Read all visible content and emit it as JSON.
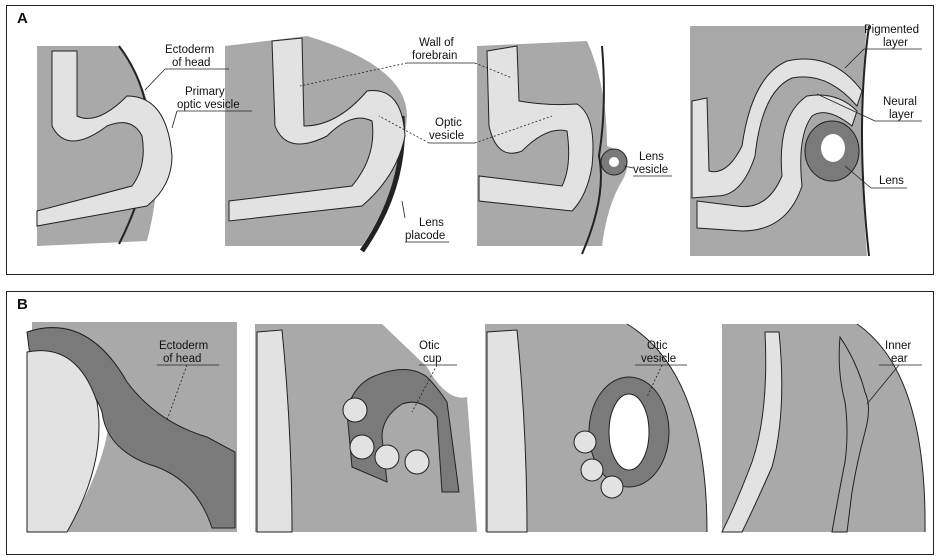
{
  "panels": {
    "a": {
      "letter": "A",
      "labels": {
        "ectoderm_line1": "Ectoderm",
        "ectoderm_line2": "of head",
        "primary_line1": "Primary",
        "primary_line2": "optic vesicle",
        "wall_line1": "Wall of",
        "wall_line2": "forebrain",
        "optic_line1": "Optic",
        "optic_line2": "vesicle",
        "lens_placode_line1": "Lens",
        "lens_placode_line2": "placode",
        "lens_vesicle_line1": "Lens",
        "lens_vesicle_line2": "vesicle",
        "pigmented_line1": "Pigmented",
        "pigmented_line2": "layer",
        "neural_line1": "Neural",
        "neural_line2": "layer",
        "lens": "Lens"
      }
    },
    "b": {
      "letter": "B",
      "labels": {
        "ectoderm_line1": "Ectoderm",
        "ectoderm_line2": "of head",
        "otic_cup_line1": "Otic",
        "otic_cup_line2": "cup",
        "otic_vesicle_line1": "Otic",
        "otic_vesicle_line2": "vesicle",
        "inner_ear_line1": "Inner",
        "inner_ear_line2": "ear"
      }
    }
  },
  "colors": {
    "tissue": "#a9a9a9",
    "cell_light": "#e2e2e2",
    "cell_dark": "#7a7a7a",
    "outline": "#222222"
  }
}
